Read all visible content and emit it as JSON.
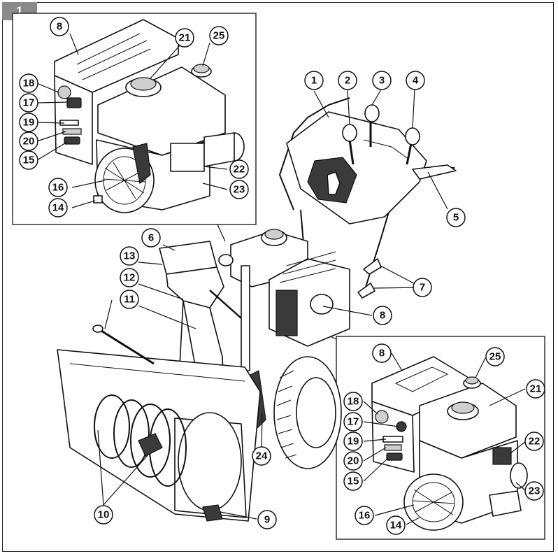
{
  "figure": {
    "number": "1"
  },
  "callouts": [
    {
      "id": "1",
      "label": "1"
    },
    {
      "id": "2",
      "label": "2"
    },
    {
      "id": "3",
      "label": "3"
    },
    {
      "id": "4",
      "label": "4"
    },
    {
      "id": "5",
      "label": "5"
    },
    {
      "id": "6",
      "label": "6"
    },
    {
      "id": "7",
      "label": "7"
    },
    {
      "id": "8a",
      "label": "8"
    },
    {
      "id": "9",
      "label": "9"
    },
    {
      "id": "10",
      "label": "10"
    },
    {
      "id": "11",
      "label": "11"
    },
    {
      "id": "12",
      "label": "12"
    },
    {
      "id": "13",
      "label": "13"
    },
    {
      "id": "24",
      "label": "24"
    },
    {
      "id": "tl8",
      "label": "8"
    },
    {
      "id": "tl21",
      "label": "21"
    },
    {
      "id": "tl25",
      "label": "25"
    },
    {
      "id": "tl18",
      "label": "18"
    },
    {
      "id": "tl17",
      "label": "17"
    },
    {
      "id": "tl19",
      "label": "19"
    },
    {
      "id": "tl20",
      "label": "20"
    },
    {
      "id": "tl15",
      "label": "15"
    },
    {
      "id": "tl16",
      "label": "16"
    },
    {
      "id": "tl14",
      "label": "14"
    },
    {
      "id": "tl22",
      "label": "22"
    },
    {
      "id": "tl23",
      "label": "23"
    },
    {
      "id": "br8",
      "label": "8"
    },
    {
      "id": "br25",
      "label": "25"
    },
    {
      "id": "br21",
      "label": "21"
    },
    {
      "id": "br18",
      "label": "18"
    },
    {
      "id": "br17",
      "label": "17"
    },
    {
      "id": "br19",
      "label": "19"
    },
    {
      "id": "br20",
      "label": "20"
    },
    {
      "id": "br15",
      "label": "15"
    },
    {
      "id": "br22",
      "label": "22"
    },
    {
      "id": "br23",
      "label": "23"
    },
    {
      "id": "br16",
      "label": "16"
    },
    {
      "id": "br14",
      "label": "14"
    }
  ]
}
